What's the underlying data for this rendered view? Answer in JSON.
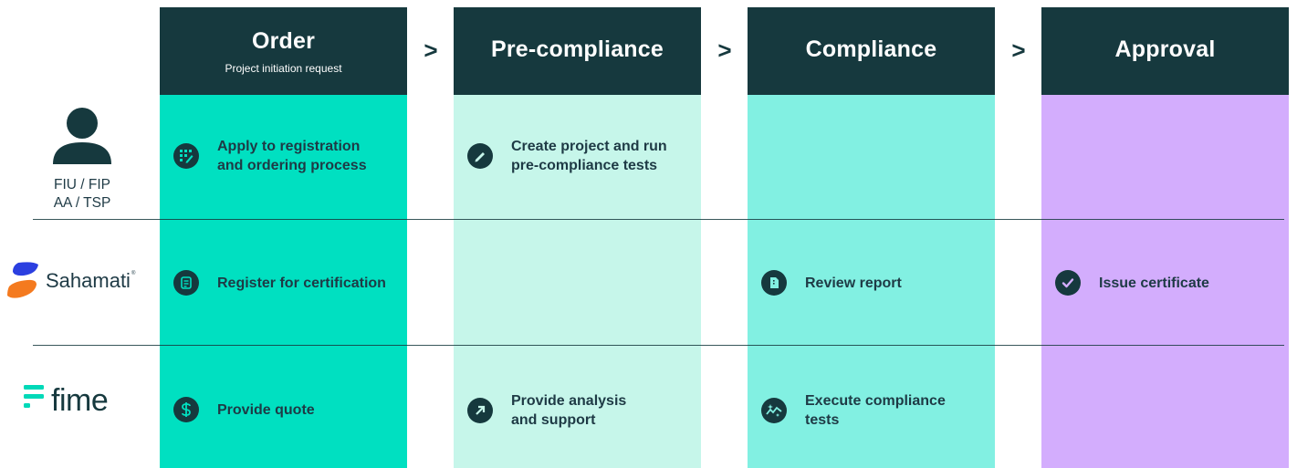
{
  "stages": [
    {
      "title": "Order",
      "subtitle": "Project initiation request"
    },
    {
      "title": "Pre-compliance"
    },
    {
      "title": "Compliance"
    },
    {
      "title": "Approval"
    }
  ],
  "separator": ">",
  "actors": {
    "user": {
      "icon": "person-icon",
      "label": "FIU / FIP\nAA / TSP"
    },
    "sahamati": {
      "icon": "sahamati-logo",
      "label": "Sahamati"
    },
    "fime": {
      "icon": "fime-logo",
      "label": "fime"
    }
  },
  "tasks": {
    "user_order": {
      "icon": "grid-edit-icon",
      "label": "Apply to registration\nand ordering process"
    },
    "user_precompliance": {
      "icon": "pencil-icon",
      "label": "Create project and run\npre-compliance tests"
    },
    "sahamati_order": {
      "icon": "document-icon",
      "label": "Register for certification"
    },
    "sahamati_compliance": {
      "icon": "report-icon",
      "label": "Review report"
    },
    "sahamati_approval": {
      "icon": "check-icon",
      "label": "Issue certificate"
    },
    "fime_order": {
      "icon": "dollar-icon",
      "label": "Provide quote"
    },
    "fime_precompliance": {
      "icon": "arrow-up-right-icon",
      "label": "Provide analysis\nand support"
    },
    "fime_compliance": {
      "icon": "sparkle-chart-icon",
      "label": "Execute compliance\ntests"
    }
  },
  "colors": {
    "header": "#16393e",
    "order": "#00e0c1",
    "precompliance": "#c6f6ea",
    "compliance": "#82f0e2",
    "approval": "#d3adfd",
    "text": "#1e3a45"
  }
}
